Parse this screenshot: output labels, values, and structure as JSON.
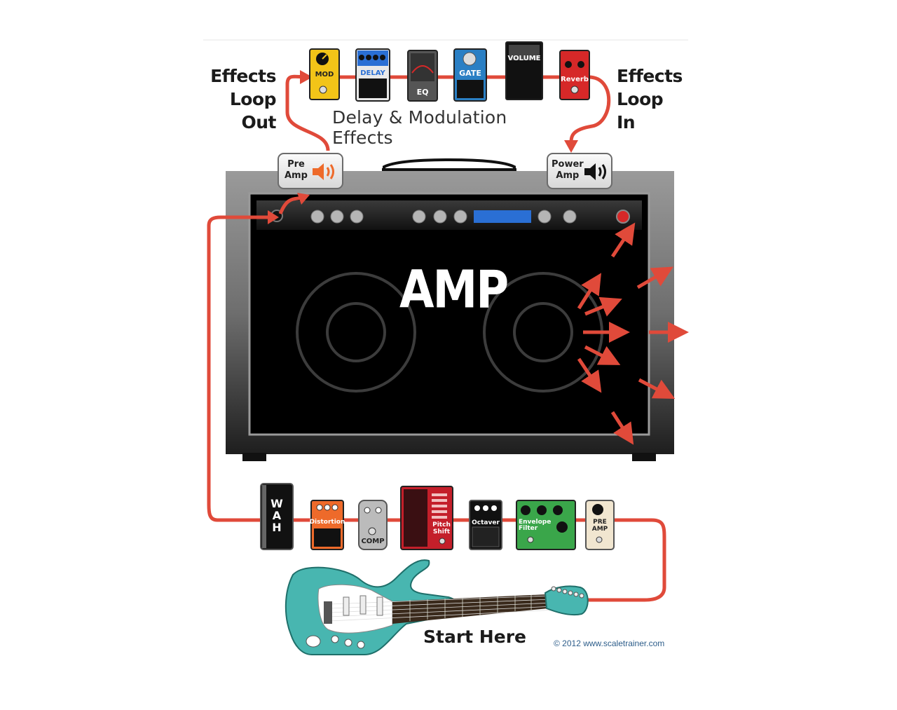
{
  "loop_out": {
    "l1": "Effects",
    "l2": "Loop",
    "l3": "Out"
  },
  "loop_in": {
    "l1": "Effects",
    "l2": "Loop",
    "l3": "In"
  },
  "chain_title": "Delay & Modulation Effects",
  "pre_amp": {
    "l1": "Pre",
    "l2": "Amp"
  },
  "power_amp": {
    "l1": "Power",
    "l2": "Amp"
  },
  "amp_label": "AMP",
  "top_pedals": [
    "MOD",
    "DELAY",
    "EQ",
    "GATE",
    "VOLUME",
    "Reverb"
  ],
  "bottom_pedals": {
    "wah": [
      "W",
      "A",
      "H"
    ],
    "distortion": "Distortion",
    "comp": "COMP",
    "pitch": [
      "Pitch",
      "Shift"
    ],
    "octaver": "Octaver",
    "envelope": [
      "Envelope",
      "Filter"
    ],
    "preamp": [
      "PRE",
      "AMP"
    ]
  },
  "start_label": "Start Here",
  "copyright": "© 2012 www.scaletrainer.com",
  "colors": {
    "cable": "#e04a3a",
    "amp_face": "#000000",
    "amp_frame": "#8a8a8a",
    "pedal_mod": "#f2c418",
    "pedal_gate": "#2a7fc4",
    "pedal_reverb": "#d62828",
    "pedal_distortion": "#ee6a2a",
    "pedal_envelope": "#3aa64a",
    "guitar_body": "#48b6b0"
  }
}
